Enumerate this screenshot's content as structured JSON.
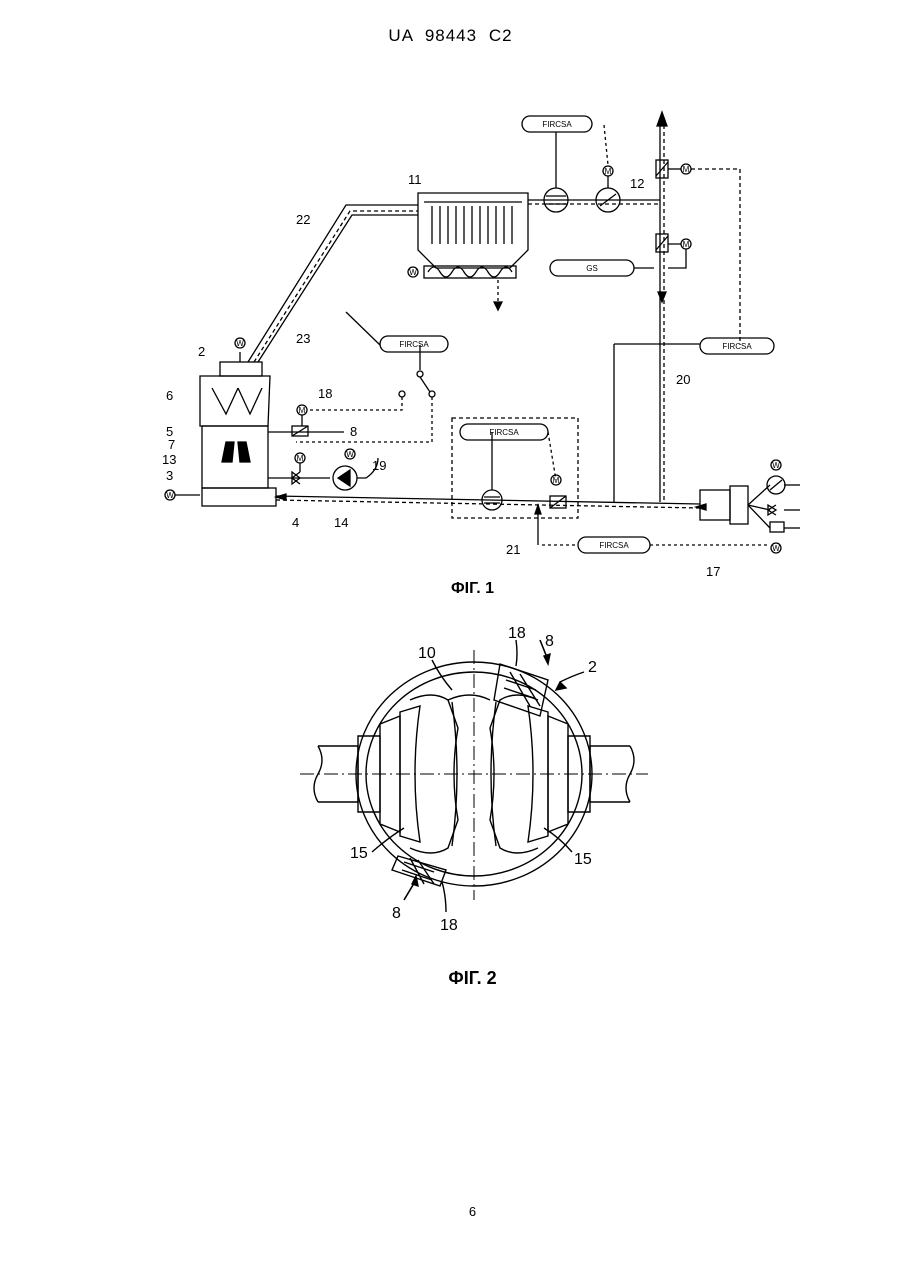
{
  "header": {
    "text": "UA   98443   C2"
  },
  "figure1": {
    "caption": "ФІГ. 1",
    "labels": {
      "n2": "2",
      "n3": "3",
      "n4": "4",
      "n5": "5",
      "n6": "6",
      "n7": "7",
      "n8": "8",
      "n11": "11",
      "n12": "12",
      "n13": "13",
      "n14": "14",
      "n17": "17",
      "n18": "18",
      "n19": "19",
      "n20": "20",
      "n21": "21",
      "n22": "22",
      "n23": "23"
    },
    "controllers": {
      "top": "FIRCSA",
      "middle": "FIRCSA",
      "right": "FIRCSA",
      "dashed_box": "FIRCSA",
      "bottom": "FIRCSA",
      "gs": "GS"
    },
    "symbols": {
      "motor": "M",
      "actuator": "W"
    }
  },
  "figure2": {
    "caption": "ФІГ. 2",
    "labels": {
      "n2": "2",
      "n8_top": "8",
      "n8_bottom": "8",
      "n10": "10",
      "n15_left": "15",
      "n15_right": "15",
      "n18_top": "18",
      "n18_bottom": "18"
    }
  },
  "page_number": "6"
}
